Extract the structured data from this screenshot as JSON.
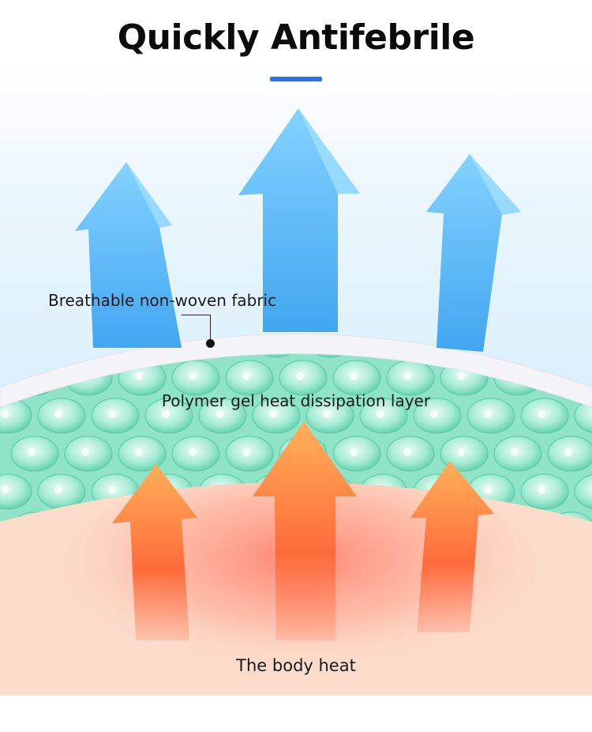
{
  "title": "Quickly Antifebrile",
  "labels": {
    "fabric": "Breathable non-woven fabric",
    "gel": "Polymer gel heat dissipation layer",
    "heat": "The body heat"
  },
  "colors": {
    "accent_underline": "#2f6fe8",
    "cool_arrow": "#5ab8f5",
    "warm_arrow": "#ff8a3a",
    "gel_layer": "#7fdcbe",
    "skin": "#fbd8c6"
  },
  "icons": [
    "cooling-arrow-icon",
    "heat-arrow-icon"
  ]
}
